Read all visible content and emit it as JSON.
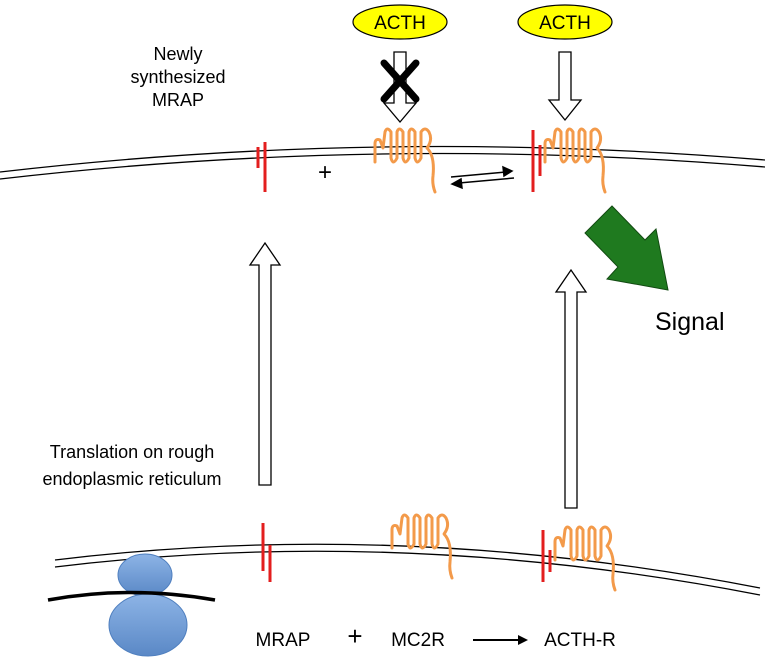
{
  "labels": {
    "acth_1": "ACTH",
    "acth_2": "ACTH",
    "newly_line1": "Newly",
    "newly_line2": "synthesized",
    "newly_line3": "MRAP",
    "plus_top": "+",
    "signal": "Signal",
    "translation_line1": "Translation on rough",
    "translation_line2": "endoplasmic reticulum",
    "mrap": "MRAP",
    "plus_bottom": "+",
    "mc2r": "MC2R",
    "acth_r": "ACTH-R"
  },
  "colors": {
    "acth_fill": "#ffff00",
    "mrap_red": "#e31e1e",
    "receptor_orange": "#f39a4a",
    "signal_green": "#1f7a1f",
    "ribosome_blue": "#6a9bd8"
  }
}
